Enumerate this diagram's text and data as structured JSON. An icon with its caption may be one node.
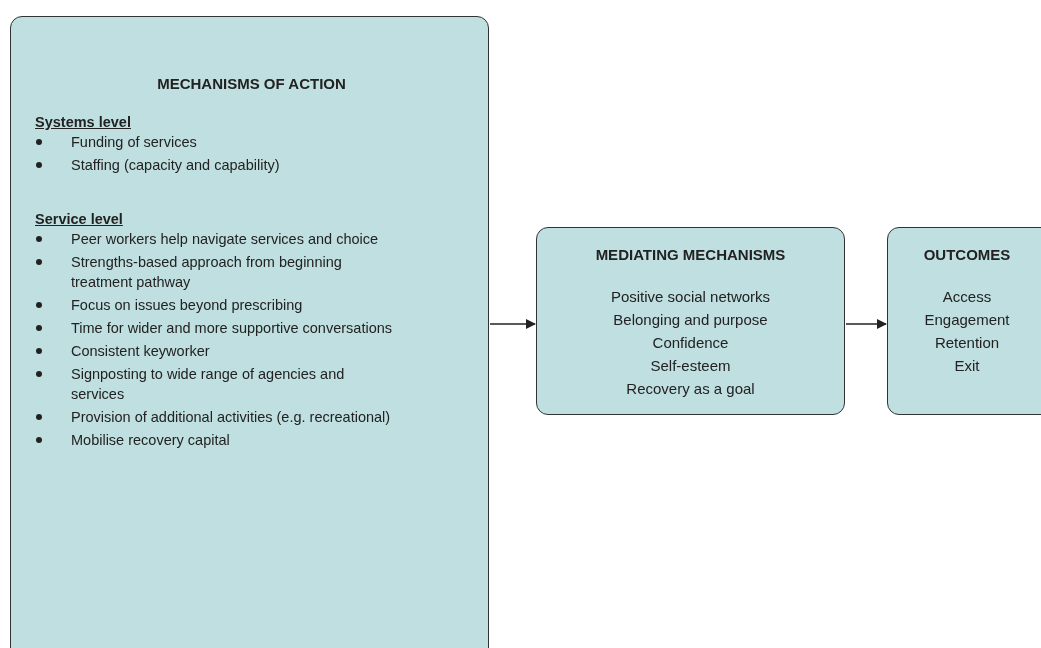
{
  "diagram": {
    "nodes": [
      {
        "text": [
          "MECHANISMS OF ACTION",
          "Systems level",
          "Funding of services",
          "Staffing (capacity and capability)",
          "Service level",
          "Peer workers help navigate services and choice",
          "Strengths-based approach from beginning treatment pathway",
          "Focus on issues beyond prescribing",
          "Time for wider and more supportive conversations",
          "Consistent keyworker",
          "Signposting to wide range of agencies and services",
          "Provision of additional activities (e.g. recreational)",
          "Mobilise recovery capital"
        ]
      },
      {
        "text": [
          "MEDIATING MECHANISMS",
          "Positive social networks",
          "Belonging and purpose",
          "Confidence",
          "Self-esteem",
          "Recovery as a goal"
        ]
      },
      {
        "text": [
          "OUTCOMES",
          "Access",
          "Engagement",
          "Retention",
          "Exit"
        ]
      }
    ],
    "edges": [
      {
        "from": 0,
        "to": 1,
        "arrow": "to"
      },
      {
        "from": 1,
        "to": 2,
        "arrow": "to"
      }
    ]
  }
}
